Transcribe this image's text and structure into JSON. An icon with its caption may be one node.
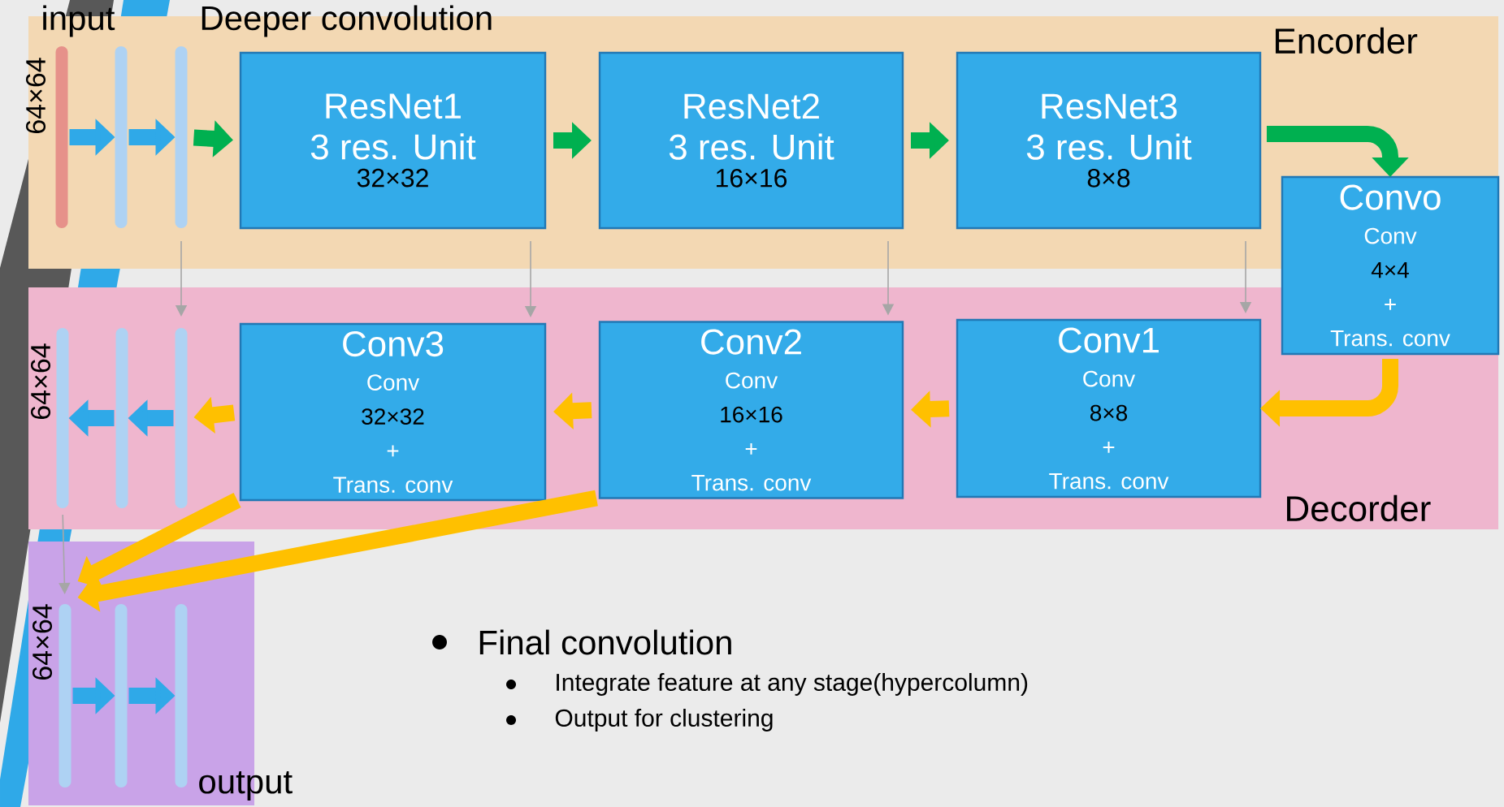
{
  "diagram": {
    "nodes": [
      {
        "text": [
          "Encorder"
        ]
      },
      {
        "text": [],
        "shape": "bar",
        "in": 0,
        "beside": [
          "64×64"
        ]
      },
      {
        "text": [],
        "shape": "bar",
        "in": 0
      },
      {
        "text": [],
        "shape": "bar",
        "in": 0
      },
      {
        "text": [
          "ResNet1",
          "3 res. Unit",
          "32×32"
        ],
        "in": 0
      },
      {
        "text": [
          "ResNet2",
          "3 res. Unit",
          "16×16"
        ],
        "in": 0
      },
      {
        "text": [
          "ResNet3",
          "3 res. Unit",
          "8×8"
        ],
        "in": 0
      },
      {
        "text": [
          "Convo",
          "Conv",
          "4×4",
          "+",
          "Trans. conv"
        ]
      },
      {
        "text": [
          "Decorder"
        ]
      },
      {
        "text": [],
        "shape": "bar",
        "in": 8,
        "beside": [
          "64×64"
        ]
      },
      {
        "text": [],
        "shape": "bar",
        "in": 8
      },
      {
        "text": [],
        "shape": "bar",
        "in": 8
      },
      {
        "text": [
          "Conv3",
          "Conv",
          "32×32",
          "+",
          "Trans. conv"
        ],
        "in": 8
      },
      {
        "text": [
          "Conv2",
          "Conv",
          "16×16",
          "+",
          "Trans. conv"
        ],
        "in": 8
      },
      {
        "text": [
          "Conv1",
          "Conv",
          "8×8",
          "+",
          "Trans. conv"
        ],
        "in": 8
      },
      {
        "text": [],
        "shape": "box"
      },
      {
        "text": [],
        "shape": "bar",
        "in": 15,
        "beside": [
          "64×64"
        ]
      },
      {
        "text": [],
        "shape": "bar",
        "in": 15
      },
      {
        "text": [],
        "shape": "bar",
        "in": 15
      }
    ],
    "edges": [
      {
        "from": 1,
        "to": 2,
        "arrow": "to",
        "color": "#2fa9e8"
      },
      {
        "from": 2,
        "to": 3,
        "arrow": "to",
        "color": "#2fa9e8"
      },
      {
        "from": 3,
        "to": 4,
        "arrow": "to",
        "color": "#00b050"
      },
      {
        "from": 4,
        "to": 5,
        "arrow": "to",
        "color": "#00b050"
      },
      {
        "from": 5,
        "to": 6,
        "arrow": "to",
        "color": "#00b050"
      },
      {
        "from": 6,
        "to": 7,
        "arrow": "to",
        "color": "#00b050"
      },
      {
        "from": 7,
        "to": 14,
        "arrow": "to",
        "color": "#ffc000"
      },
      {
        "from": 14,
        "to": 13,
        "arrow": "to",
        "color": "#ffc000"
      },
      {
        "from": 13,
        "to": 12,
        "arrow": "to",
        "color": "#ffc000"
      },
      {
        "from": 12,
        "to": 11,
        "arrow": "to",
        "color": "#ffc000"
      },
      {
        "from": 11,
        "to": 10,
        "arrow": "to",
        "color": "#2fa9e8"
      },
      {
        "from": 10,
        "to": 9,
        "arrow": "to",
        "color": "#2fa9e8"
      },
      {
        "from": 3,
        "to": 11,
        "arrow": "to",
        "color": "#a6a6a6"
      },
      {
        "from": 4,
        "to": 12,
        "arrow": "to",
        "color": "#a6a6a6"
      },
      {
        "from": 5,
        "to": 13,
        "arrow": "to",
        "color": "#a6a6a6"
      },
      {
        "from": 6,
        "to": 14,
        "arrow": "to",
        "color": "#a6a6a6"
      },
      {
        "from": 9,
        "to": 16,
        "arrow": "to",
        "color": "#a6a6a6"
      },
      {
        "from": 12,
        "to": 16,
        "arrow": "to",
        "color": "#ffc000"
      },
      {
        "from": 13,
        "to": 16,
        "arrow": "to",
        "color": "#ffc000"
      },
      {
        "from": 16,
        "to": 17,
        "arrow": "to",
        "color": "#2fa9e8"
      },
      {
        "from": 17,
        "to": 18,
        "arrow": "to",
        "color": "#2fa9e8"
      }
    ],
    "labels": [
      "input",
      "Deeper convolution",
      "Final convolution",
      "Integrate feature at any stage(hypercolumn)",
      "Output for clustering",
      "output"
    ]
  }
}
